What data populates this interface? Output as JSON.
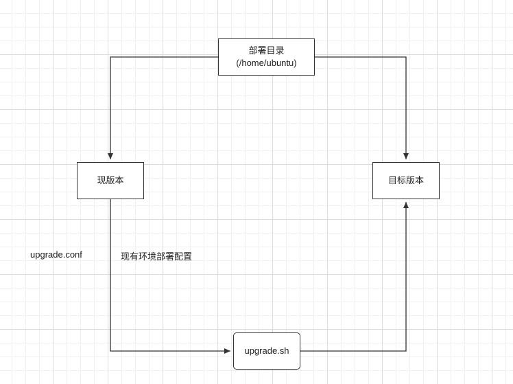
{
  "diagram": {
    "nodes": {
      "deploy_dir": {
        "line1": "部署目录",
        "line2": "(/home/ubuntu)"
      },
      "current_version": {
        "label": "现版本"
      },
      "target_version": {
        "label": "目标版本"
      },
      "upgrade_script": {
        "label": "upgrade.sh"
      }
    },
    "annotations": {
      "conf_file": "upgrade.conf",
      "config_desc": "现有环境部署配置"
    },
    "colors": {
      "line": "#333333",
      "text": "#222222",
      "grid_major": "#dcdcdc",
      "grid_minor": "#f0f0f0"
    }
  }
}
